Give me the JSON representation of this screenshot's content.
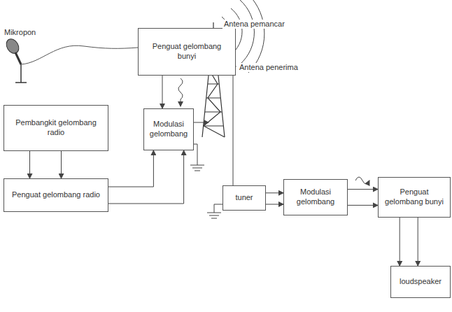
{
  "diagram": {
    "nodes": [
      {
        "text": [
          "Penguat gelombang bunyi"
        ]
      },
      {
        "text": [
          "Pembangkit gelombang radio"
        ]
      },
      {
        "text": [
          "Modulasi gelombang"
        ]
      },
      {
        "text": [
          "Penguat gelombang radio"
        ]
      },
      {
        "text": [
          "tuner"
        ]
      },
      {
        "text": [
          "Modulasi gelombang"
        ]
      },
      {
        "text": [
          "Penguat gelombang bunyi"
        ]
      },
      {
        "text": [
          "loudspeaker"
        ]
      }
    ],
    "edges": [
      {
        "from": 0,
        "to": 2,
        "arrow": "to"
      },
      {
        "from": 1,
        "to": 3,
        "arrow": "to"
      },
      {
        "from": 1,
        "to": 3,
        "arrow": "to"
      },
      {
        "from": 3,
        "to": 2,
        "arrow": "to"
      },
      {
        "from": 3,
        "to": 2,
        "arrow": "to"
      },
      {
        "from": 4,
        "to": 5,
        "arrow": "to"
      },
      {
        "from": 4,
        "to": 5,
        "arrow": "to"
      },
      {
        "from": 5,
        "to": 6,
        "arrow": "to"
      },
      {
        "from": 5,
        "to": 6,
        "arrow": "to"
      },
      {
        "from": 6,
        "to": 7,
        "arrow": "to"
      },
      {
        "from": 6,
        "to": 7,
        "arrow": "to"
      }
    ],
    "labels": [
      "Mikropon",
      "Antena pemancar",
      "Antena penerima"
    ]
  }
}
